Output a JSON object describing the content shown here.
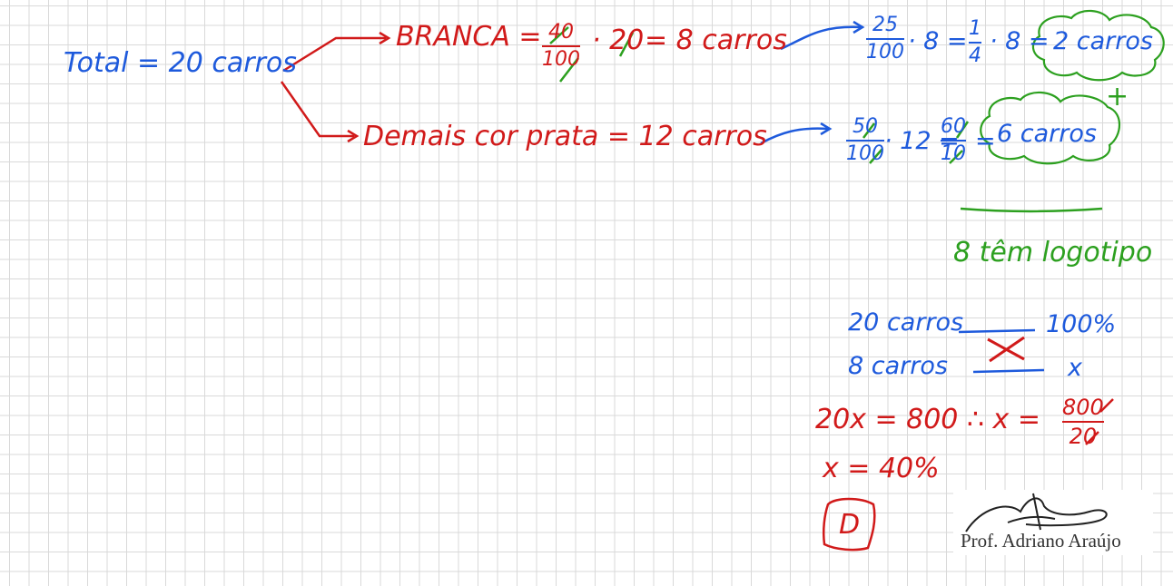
{
  "total": {
    "text": "Total = 20 carros"
  },
  "branca": {
    "label": "BRANCA =",
    "frac_num": "40",
    "frac_den": "100",
    "times": "· 20",
    "result": "= 8 carros"
  },
  "prata": {
    "text": "Demais cor prata = 12 carros"
  },
  "calc_branca": {
    "frac1_num": "25",
    "frac1_den": "100",
    "times1": "· 8 =",
    "frac2_num": "1",
    "frac2_den": "4",
    "times2": "· 8 =",
    "result": "2 carros"
  },
  "calc_prata": {
    "frac1_num": "50",
    "frac1_den": "100",
    "times1": "· 12 =",
    "frac2_num": "60",
    "frac2_den": "10",
    "equals": "=",
    "result": "6 carros"
  },
  "plus_sign": "+",
  "logo_total": "8 têm logotipo",
  "rule": {
    "row1_left": "20 carros",
    "row1_right": "100%",
    "row2_left": "8 carros",
    "row2_right": "x"
  },
  "equation": "20x = 800  ∴  x =",
  "final_frac": {
    "num": "800",
    "den": "20"
  },
  "result": "x = 40%",
  "answer": "D",
  "signature": {
    "caption": "Prof. Adriano Araújo"
  },
  "colors": {
    "blue": "#1e5adc",
    "red": "#d11a1a",
    "green": "#2ca01f",
    "grid": "#d9d9d9"
  }
}
